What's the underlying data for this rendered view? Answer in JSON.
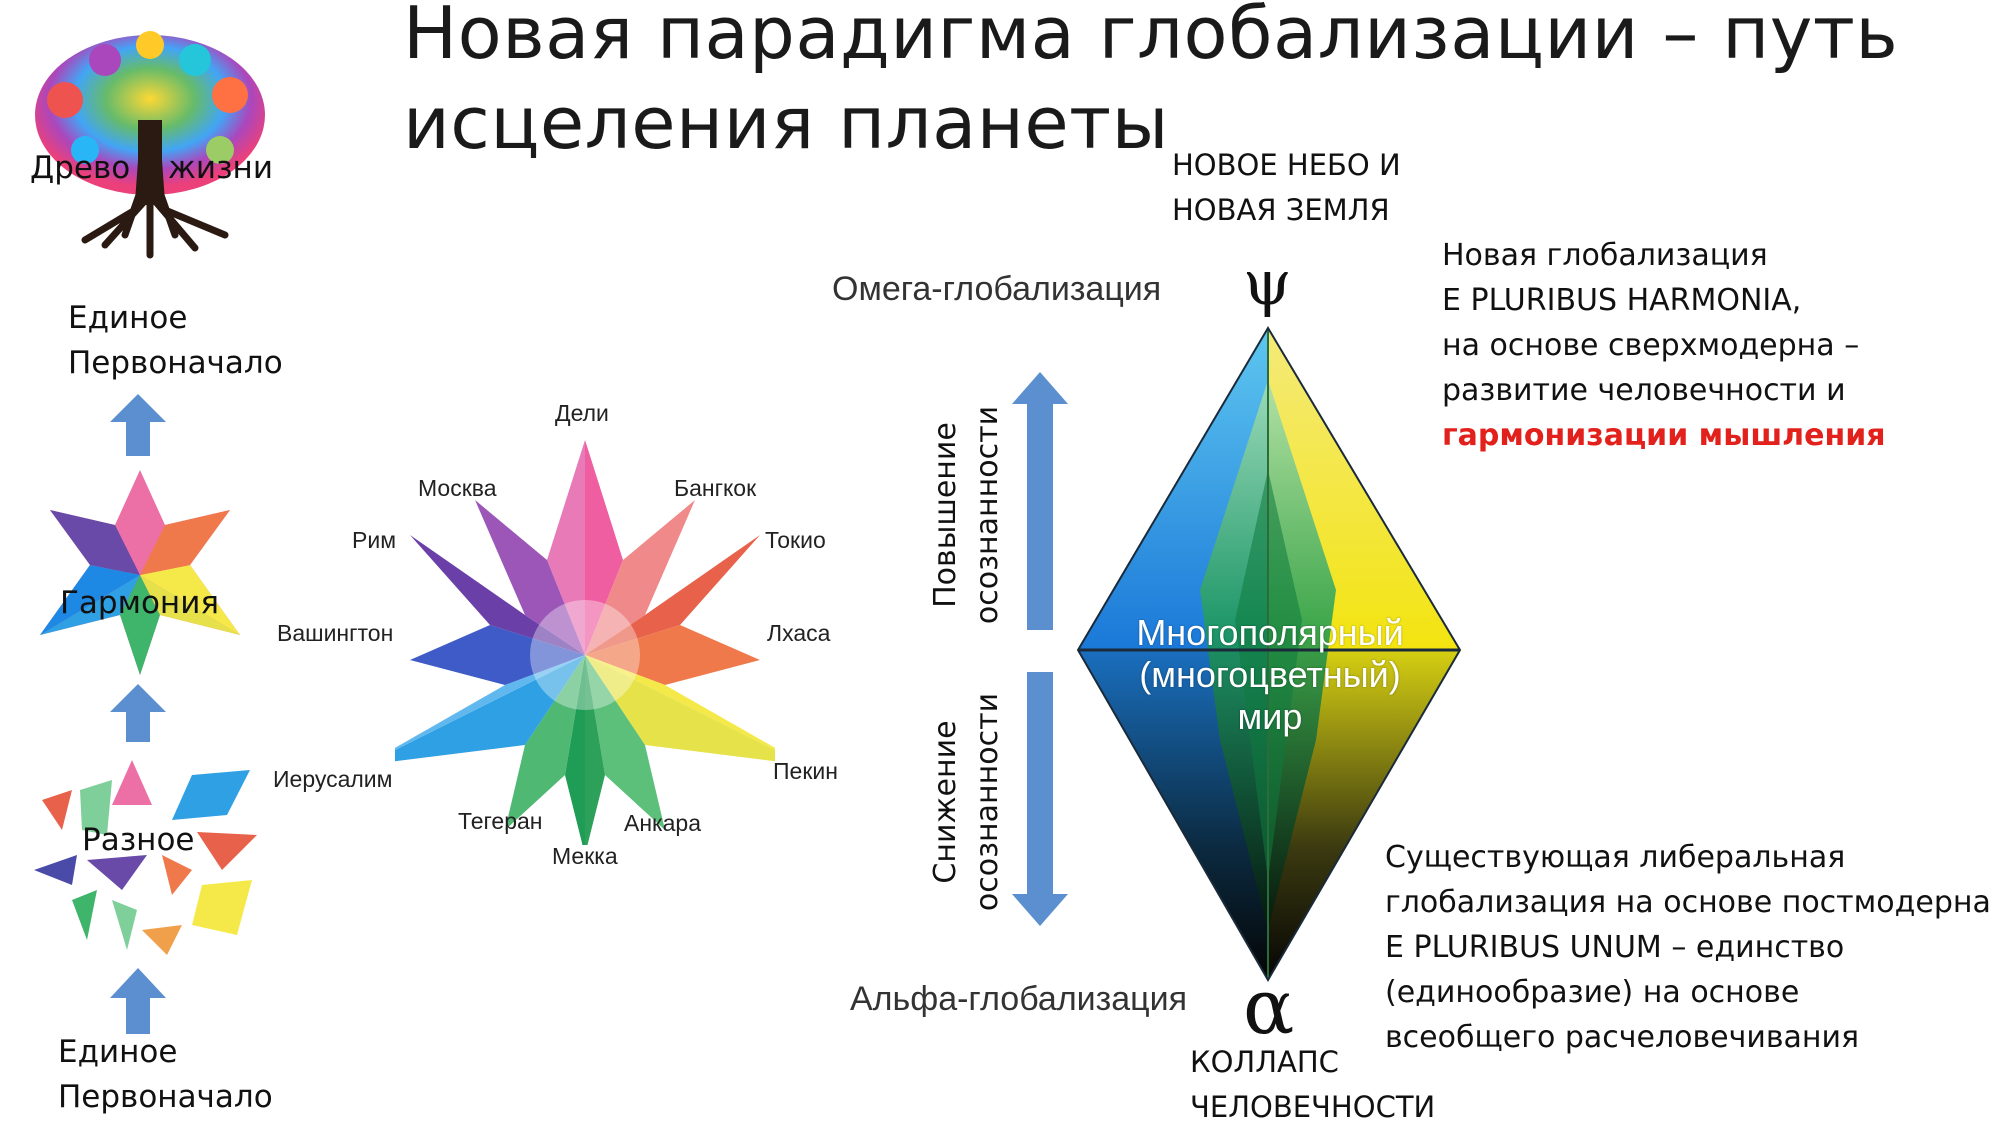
{
  "title_line1": "Новая парадигма глобализации – путь",
  "title_line2": "исцеления планеты",
  "tree": {
    "label_left": "Древо",
    "label_right": "жизни"
  },
  "left_column": {
    "top_label_1": "Единое",
    "top_label_2": "Первоначало",
    "harmony_label": "Гармония",
    "diverse_label": "Разное",
    "bottom_label_1": "Единое",
    "bottom_label_2": "Первоначало"
  },
  "cities": {
    "deli": "Дели",
    "moscow": "Москва",
    "bangkok": "Бангкок",
    "rome": "Рим",
    "tokyo": "Токио",
    "washington": "Вашингтон",
    "lhasa": "Лхаса",
    "jerusalem": "Иерусалим",
    "beijing": "Пекин",
    "tehran": "Тегеран",
    "ankara": "Анкара",
    "mecca": "Мекка"
  },
  "diamond": {
    "top_caption_1": "НОВОЕ НЕБО И",
    "top_caption_2": "НОВАЯ ЗЕМЛЯ",
    "omega_label": "Омега-глобализация",
    "alpha_label": "Альфа-глобализация",
    "psi_symbol": "ψ",
    "alpha_symbol": "α",
    "up_label_1": "Повышение",
    "up_label_2": "осознанности",
    "down_label_1": "Снижение",
    "down_label_2": "осознанности",
    "multi_1": "Многополярный",
    "multi_2": "(многоцветный)",
    "multi_3": "мир",
    "bottom_caption_1": "КОЛЛАПС",
    "bottom_caption_2": "ЧЕЛОВЕЧНОСТИ"
  },
  "right_text_top": {
    "line1": "Новая глобализация",
    "line2": "E PLURIBUS HARMONIA,",
    "line3": "на основе сверхмодерна –",
    "line4": "развитие человечности и",
    "line5_red": "гармонизации мышления"
  },
  "right_text_bottom": {
    "line1": "Существующая либеральная",
    "line2": "глобализация на основе постмодерна",
    "line3": "E PLURIBUS UNUM – единство",
    "line4": "(единообразие) на основе",
    "line5": "всеобщего расчеловечивания"
  },
  "colors": {
    "arrow_blue": "#5b8fd0",
    "accent_red": "#e2211c"
  }
}
